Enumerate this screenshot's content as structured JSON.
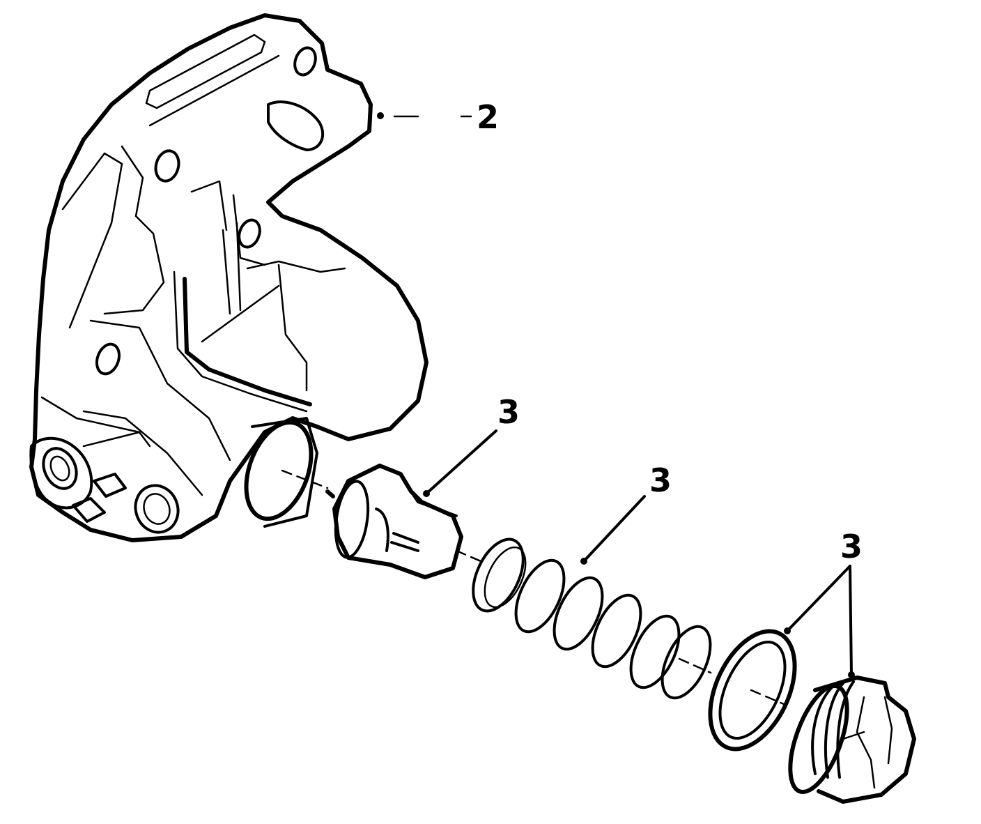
{
  "diagram": {
    "type": "exploded-parts-view",
    "callouts": [
      {
        "id": "housing",
        "label": "2"
      },
      {
        "id": "valve-piston",
        "label": "3"
      },
      {
        "id": "spring",
        "label": "3"
      },
      {
        "id": "seal-and-plug",
        "label": "3"
      }
    ]
  }
}
